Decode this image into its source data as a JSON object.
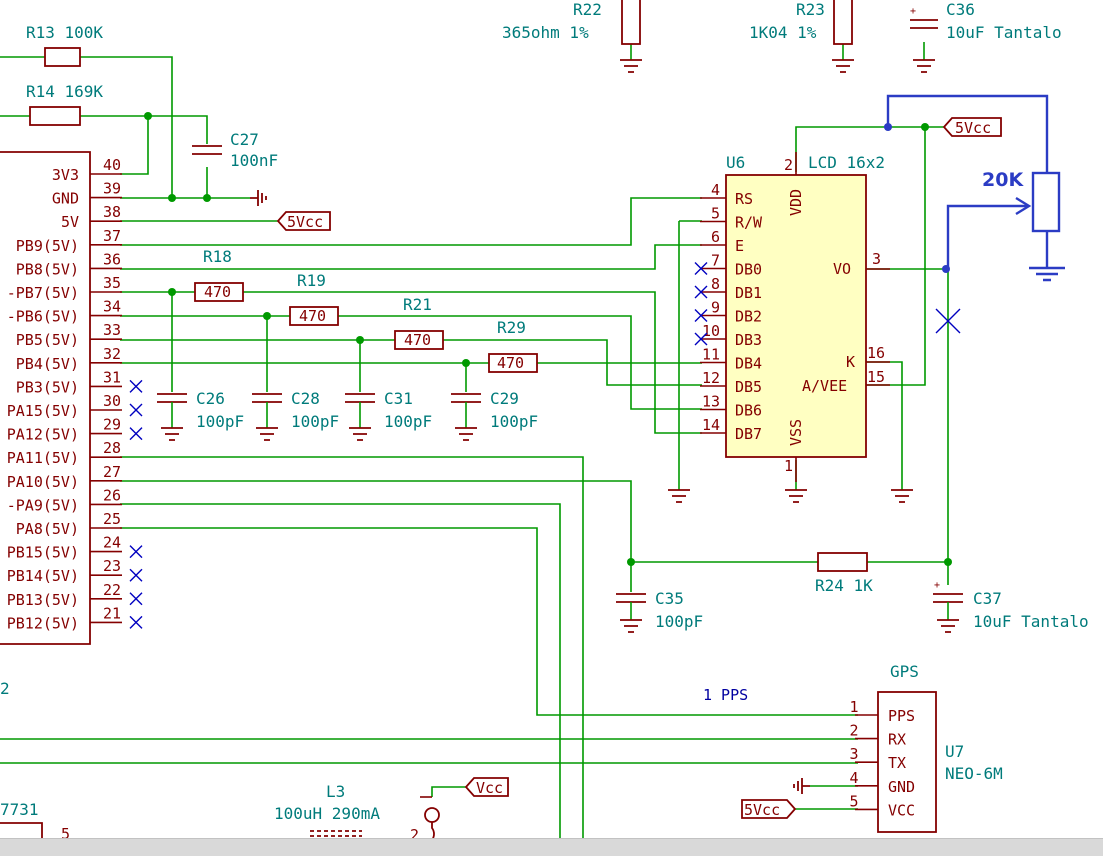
{
  "schematic": {
    "u_header": {
      "pins": [
        {
          "num": "40",
          "name": "3V3"
        },
        {
          "num": "39",
          "name": "GND"
        },
        {
          "num": "38",
          "name": "5V"
        },
        {
          "num": "37",
          "name": "PB9(5V)"
        },
        {
          "num": "36",
          "name": "PB8(5V)"
        },
        {
          "num": "35",
          "name": "-PB7(5V)"
        },
        {
          "num": "34",
          "name": "-PB6(5V)"
        },
        {
          "num": "33",
          "name": "PB5(5V)"
        },
        {
          "num": "32",
          "name": "PB4(5V)"
        },
        {
          "num": "31",
          "name": "PB3(5V)"
        },
        {
          "num": "30",
          "name": "PA15(5V)"
        },
        {
          "num": "29",
          "name": "PA12(5V)"
        },
        {
          "num": "28",
          "name": "PA11(5V)"
        },
        {
          "num": "27",
          "name": "PA10(5V)"
        },
        {
          "num": "26",
          "name": "-PA9(5V)"
        },
        {
          "num": "25",
          "name": "PA8(5V)"
        },
        {
          "num": "24",
          "name": "PB15(5V)"
        },
        {
          "num": "23",
          "name": "PB14(5V)"
        },
        {
          "num": "22",
          "name": "PB13(5V)"
        },
        {
          "num": "21",
          "name": "PB12(5V)"
        }
      ],
      "partial_ref": "2"
    },
    "resistors": {
      "r13": "R13 100K",
      "r14": "R14 169K",
      "r22_ref": "R22",
      "r22_val": "365ohm 1%",
      "r23_ref": "R23",
      "r23_val": "1K04 1%",
      "r18": "R18",
      "r19": "R19",
      "r21": "R21",
      "r29": "R29",
      "r470": "470",
      "r24": "R24 1K",
      "pot": "20K"
    },
    "capacitors": {
      "c36_ref": "C36",
      "c36_val": "10uF Tantalo",
      "c27_ref": "C27",
      "c27_val": "100nF",
      "c26_ref": "C26",
      "c28_ref": "C28",
      "c31_ref": "C31",
      "c29_ref": "C29",
      "c100pf": "100pF",
      "c35_ref": "C35",
      "c35_val": "100pF",
      "c37_ref": "C37",
      "c37_val": "10uF Tantalo",
      "plus": "+"
    },
    "lcd": {
      "ref": "U6",
      "value": "LCD 16x2",
      "pins_left": [
        {
          "num": "4",
          "name": "RS"
        },
        {
          "num": "5",
          "name": "R/W"
        },
        {
          "num": "6",
          "name": "E"
        },
        {
          "num": "7",
          "name": "DB0"
        },
        {
          "num": "8",
          "name": "DB1"
        },
        {
          "num": "9",
          "name": "DB2"
        },
        {
          "num": "10",
          "name": "DB3"
        },
        {
          "num": "11",
          "name": "DB4"
        },
        {
          "num": "12",
          "name": "DB5"
        },
        {
          "num": "13",
          "name": "DB6"
        },
        {
          "num": "14",
          "name": "DB7"
        }
      ],
      "vdd_num": "2",
      "vdd": "VDD",
      "vss_num": "1",
      "vss": "VSS",
      "vo_num": "3",
      "vo": "VO",
      "k_num": "16",
      "k": "K",
      "avee_num": "15",
      "avee": "A/VEE"
    },
    "gps": {
      "title": "GPS",
      "ref": "U7",
      "value": "NEO-6M",
      "pins": [
        {
          "num": "1",
          "name": "PPS"
        },
        {
          "num": "2",
          "name": "RX"
        },
        {
          "num": "3",
          "name": "TX"
        },
        {
          "num": "4",
          "name": "GND"
        },
        {
          "num": "5",
          "name": "VCC"
        }
      ],
      "net_label": "1 PPS"
    },
    "power_labels": {
      "vcc5_a": "5Vcc",
      "vcc5_b": "5Vcc",
      "vcc5_c": "5Vcc",
      "vcc": "Vcc"
    },
    "inductor": {
      "ref": "L3",
      "value": "100uH 290mA"
    },
    "partial": {
      "ic_ref": "7731",
      "ic_pin": "5",
      "l3_pin": "2"
    }
  },
  "colors": {
    "wire": "#009900",
    "body": "#840000",
    "ref_text": "#007b7b",
    "netlabel": "#0000a0",
    "lcd_fill": "#ffffc2",
    "pot": "#2b3cc4"
  }
}
